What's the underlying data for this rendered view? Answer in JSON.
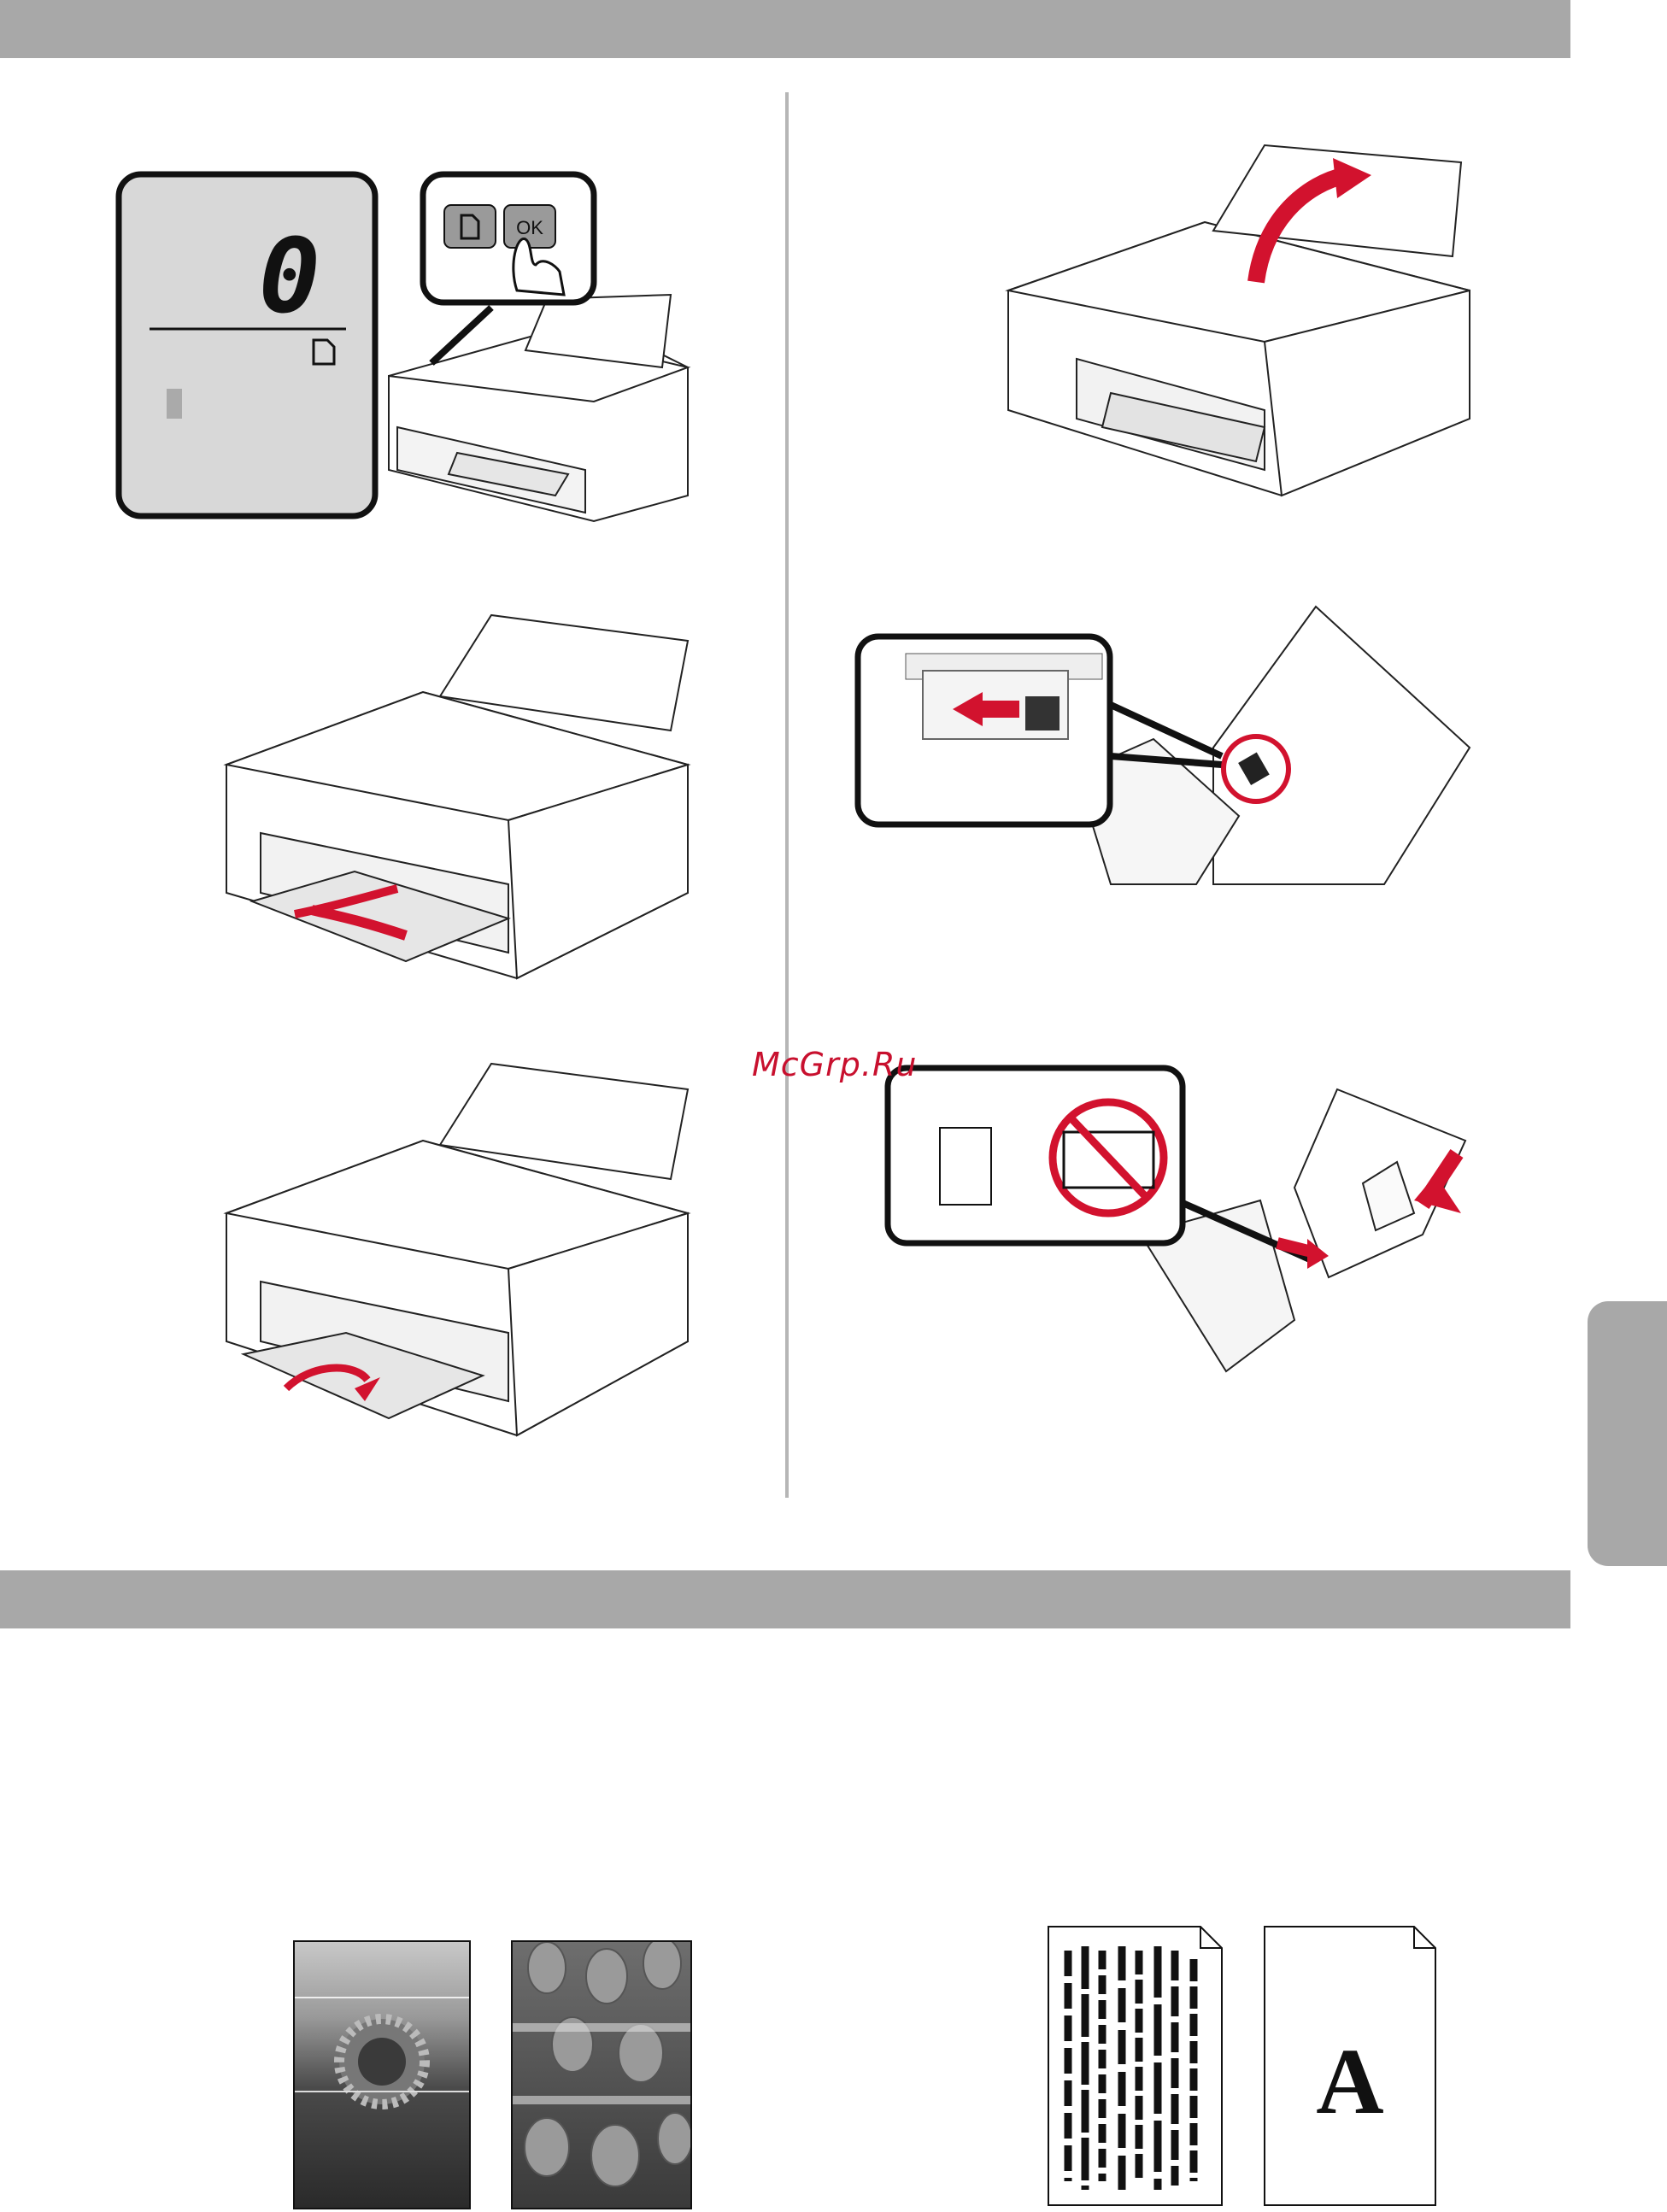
{
  "watermark": "McGrp.Ru",
  "lcd": {
    "digit": "0"
  },
  "buttons": {
    "ok_label": "OK"
  },
  "sample": {
    "letter": "A"
  },
  "colors": {
    "band": "#a8a8a8",
    "accent": "#d2122e",
    "lcd": "#d8d8d8"
  }
}
